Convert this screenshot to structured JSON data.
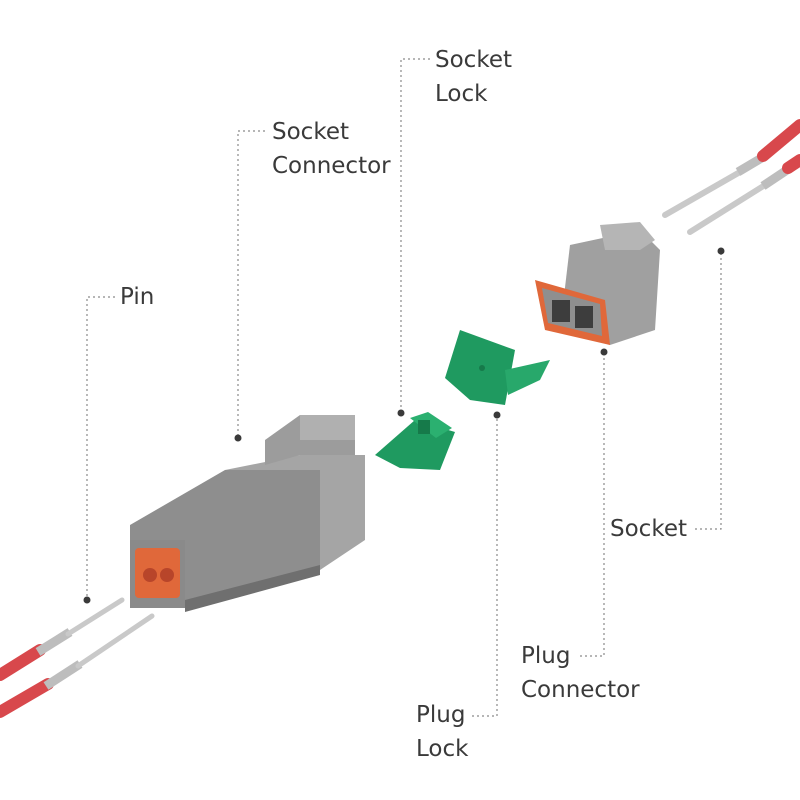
{
  "labels": {
    "pin": "Pin",
    "socket_connector_line1": "Socket",
    "socket_connector_line2": "Connector",
    "socket_lock_line1": "Socket",
    "socket_lock_line2": "Lock",
    "socket": "Socket",
    "plug_connector_line1": "Plug",
    "plug_connector_line2": "Connector",
    "plug_lock_line1": "Plug",
    "plug_lock_line2": "Lock"
  },
  "colors": {
    "connector_gray": "#9a9a9a",
    "connector_shade": "#7d7d7d",
    "seal_orange": "#e0683a",
    "lock_green": "#1f9a60",
    "wire_red": "#d8484c",
    "pin_metal": "#c9c9c9",
    "leader_line": "#7a7a7a"
  }
}
